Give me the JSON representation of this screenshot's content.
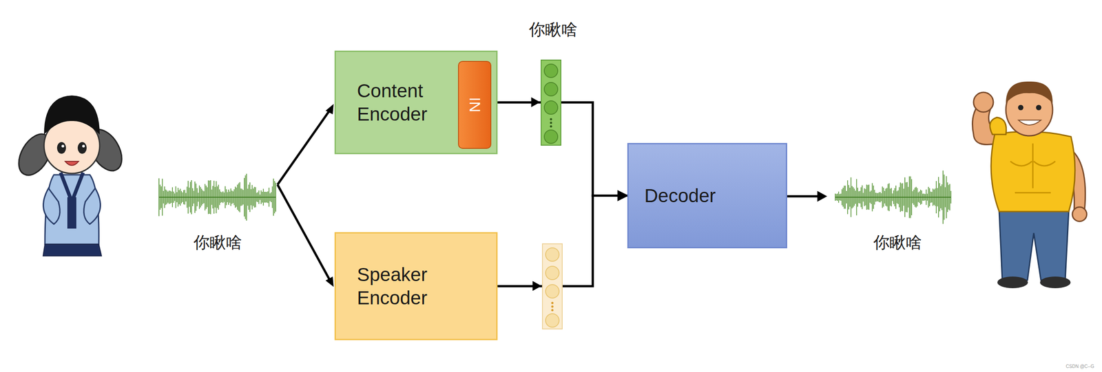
{
  "diagram": {
    "nodes": [
      {
        "text": [
          "Content Encoder"
        ]
      },
      {
        "text": [
          "IN"
        ],
        "in": 0
      },
      {
        "text": [
          "Speaker Encoder"
        ]
      },
      {
        "text": [
          "Decoder"
        ]
      }
    ],
    "edges": [
      {
        "from": 0,
        "to": 3,
        "arrow": "to"
      },
      {
        "from": 2,
        "to": 3,
        "arrow": "to"
      }
    ],
    "labels": [
      "你瞅啥",
      "你瞅啥",
      "你瞅啥",
      "CSDN @C--G"
    ]
  }
}
